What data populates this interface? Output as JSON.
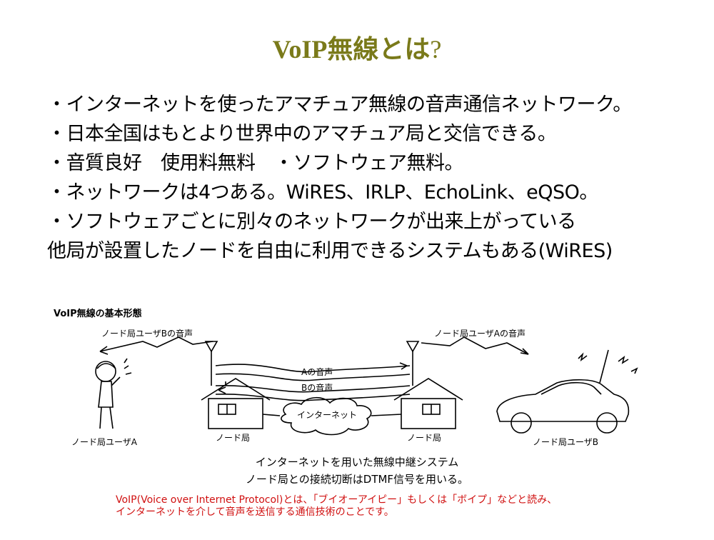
{
  "slide": {
    "title_main": "VoIP無線とは",
    "title_mark": "?",
    "bullets": [
      "・インターネットを使ったアマチュア無線の音声通信ネットワーク。",
      "・日本全国はもとより世界中のアマチュア局と交信できる。",
      "・音質良好　使用料無料　・ソフトウェア無料。",
      "・ネットワークは4つある。WiRES、IRLP、EchoLink、eQSO。",
      "・ソフトウェアごとに別々のネットワークが出来上がっている",
      "他局が設置したノードを自由に利用できるシステムもある(WiRES)"
    ]
  },
  "diagram": {
    "heading": "VoIP無線の基本形態",
    "label_user_b_voice": "ノード局ユーザBの音声",
    "label_user_a_voice": "ノード局ユーザAの音声",
    "label_a_voice": "Aの音声",
    "label_b_voice": "Bの音声",
    "label_internet": "インターネット",
    "label_node_left": "ノード局",
    "label_node_right": "ノード局",
    "label_user_a": "ノード局ユーザA",
    "label_user_b": "ノード局ユーザB"
  },
  "captions": {
    "line1": "インターネットを用いた無線中継システム",
    "line2": "ノード局との接続切断はDTMF信号を用いる。"
  },
  "note": {
    "line1": "VoIP(Voice over Internet Protocol)とは、「ブイオーアイピー」もしくは「ボイプ」などと読み、",
    "line2": "インターネットを介して音声を送信する通信技術のことです。"
  },
  "colors": {
    "title": "#7a7a1a",
    "note": "#d01010"
  }
}
